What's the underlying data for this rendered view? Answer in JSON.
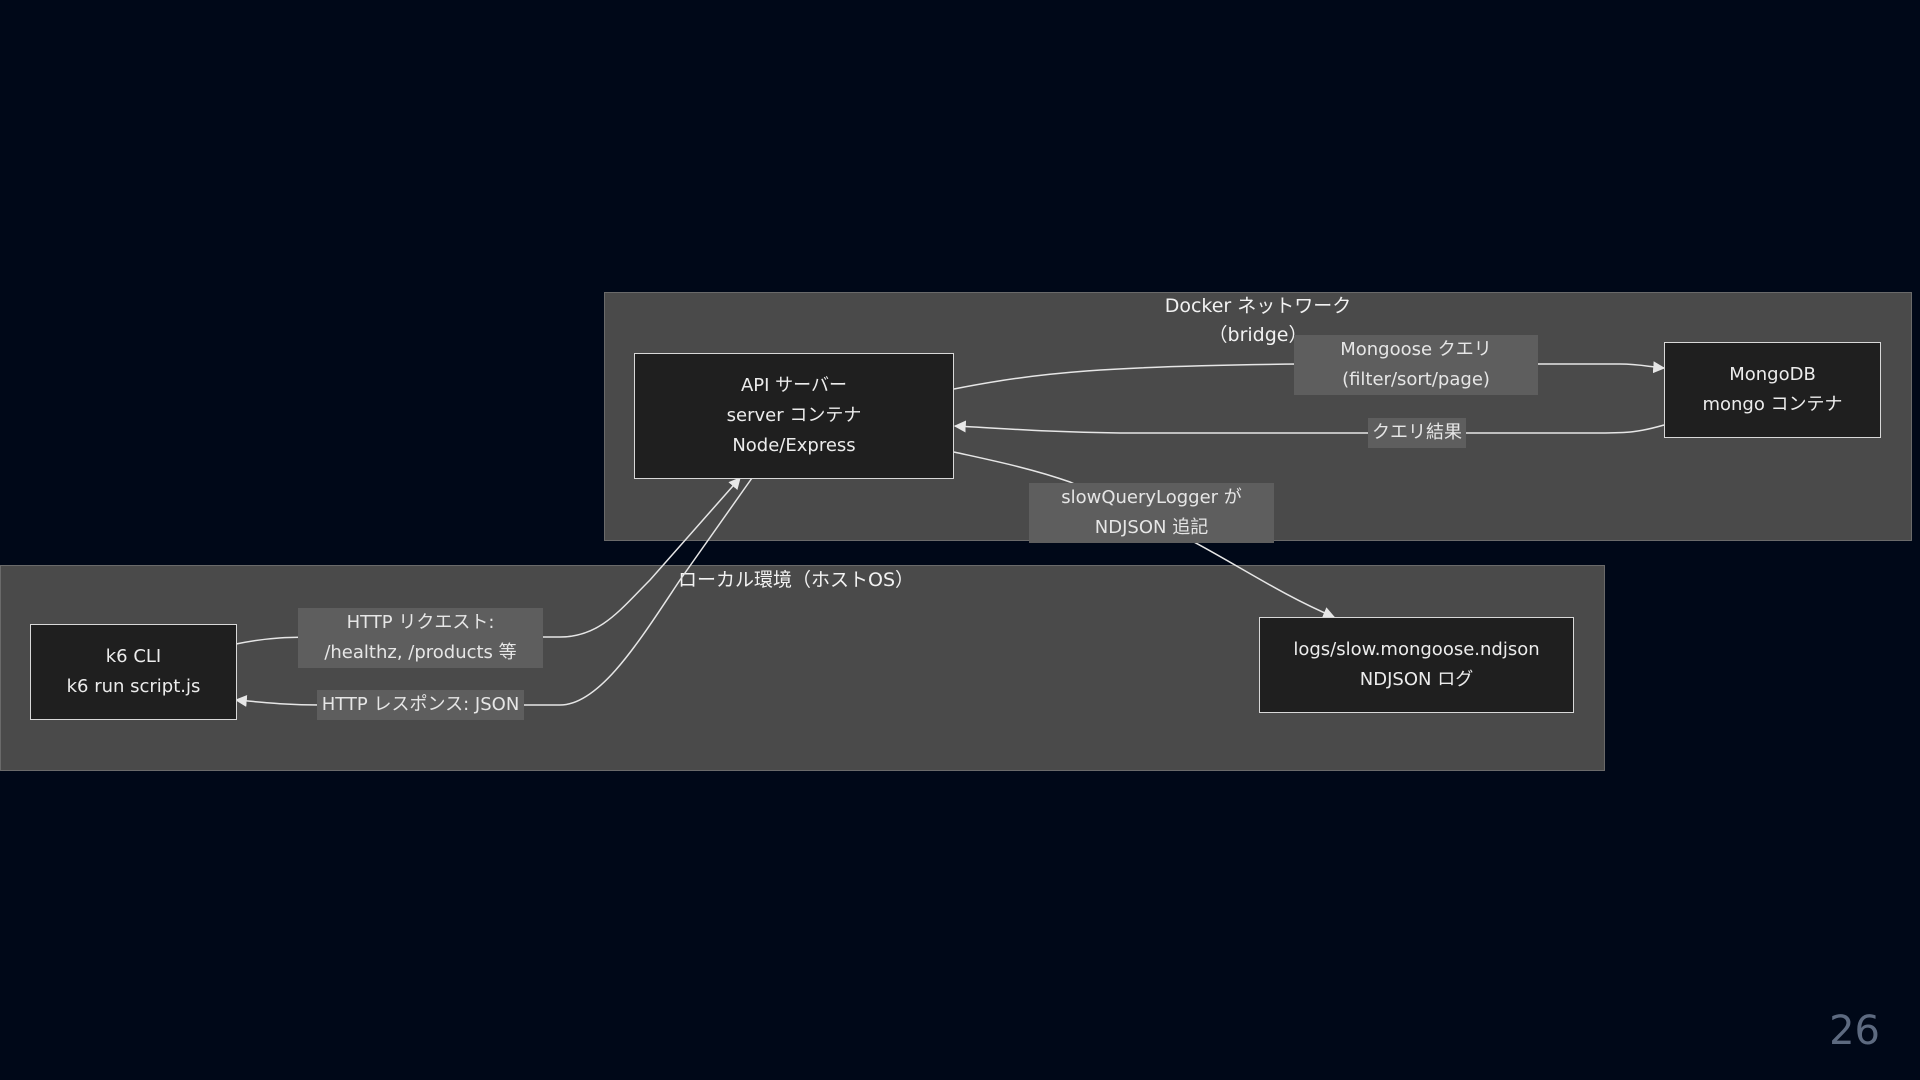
{
  "clusters": {
    "docker": {
      "title_line1": "Docker ネットワーク",
      "title_line2": "（bridge）"
    },
    "local": {
      "title": "ローカル環境（ホストOS）"
    }
  },
  "nodes": {
    "api": {
      "line1": "API サーバー",
      "line2": "server コンテナ",
      "line3": "Node/Express"
    },
    "mongo": {
      "line1": "MongoDB",
      "line2": "mongo コンテナ"
    },
    "k6": {
      "line1": "k6 CLI",
      "line2": "k6 run script.js"
    },
    "log": {
      "line1": "logs/slow.mongoose.ndjson",
      "line2": "NDJSON ログ"
    }
  },
  "edges": {
    "mongoose_query": {
      "line1": "Mongoose クエリ",
      "line2": "(filter/sort/page)"
    },
    "query_result": {
      "line1": "クエリ結果"
    },
    "slow_logger": {
      "line1": "slowQueryLogger が",
      "line2": "NDJSON 追記"
    },
    "http_request": {
      "line1": "HTTP リクエスト:",
      "line2": "/healthz, /products 等"
    },
    "http_response": {
      "line1": "HTTP レスポンス: JSON"
    }
  },
  "page": {
    "number": "26"
  }
}
